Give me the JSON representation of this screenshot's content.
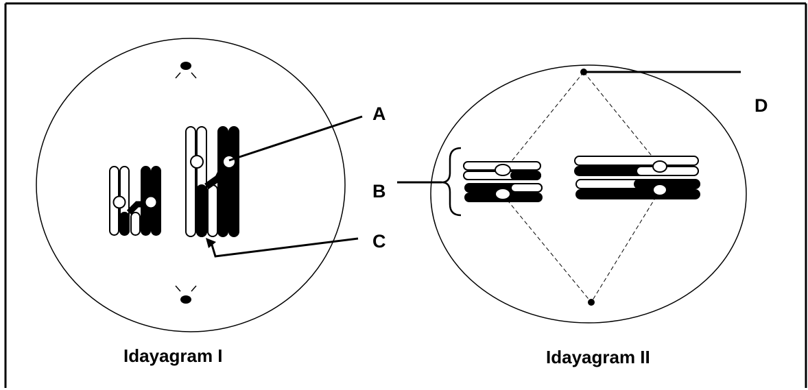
{
  "labels": {
    "a": "A",
    "b": "B",
    "c": "C",
    "d": "D"
  },
  "captions": {
    "diagram_1": "Idayagram I",
    "diagram_2": "Idayagram II"
  }
}
